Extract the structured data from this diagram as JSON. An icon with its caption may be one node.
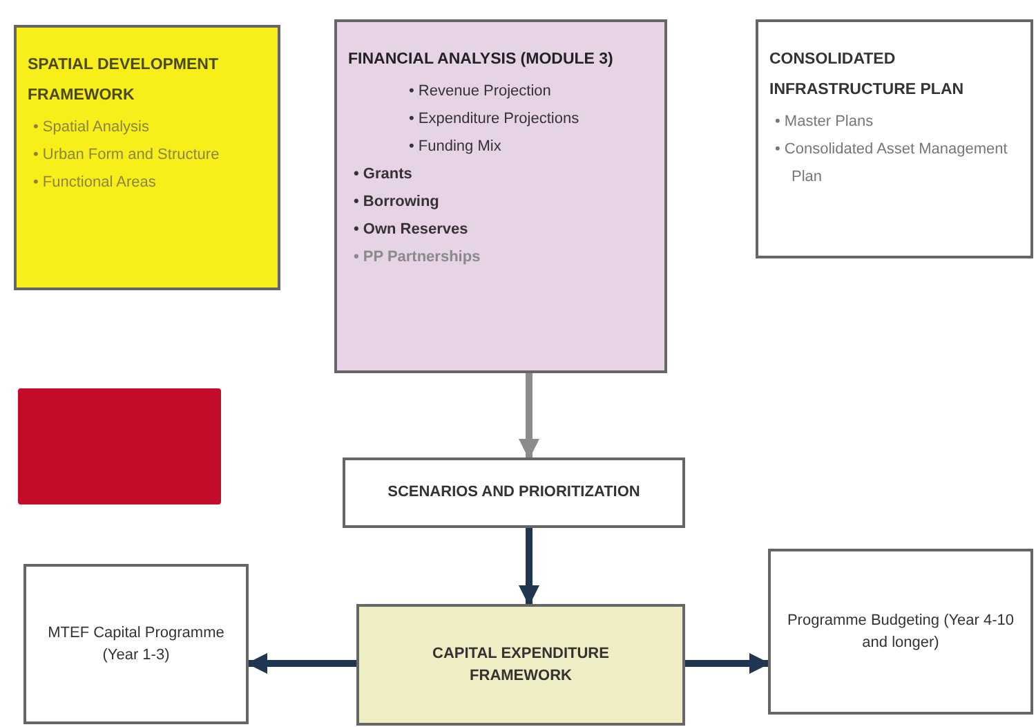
{
  "diagram": {
    "nodes": [
      {
        "text": [
          "SPATIAL DEVELOPMENT FRAMEWORK",
          "• Spatial Analysis",
          "• Urban Form and Structure",
          "• Functional Areas"
        ]
      },
      {
        "text": [
          "FINANCIAL ANALYSIS (MODULE 3)",
          "• Revenue Projection",
          "• Expenditure Projections",
          "• Funding Mix",
          "• Grants",
          "• Borrowing",
          "• Own Reserves",
          "• PP Partnerships"
        ]
      },
      {
        "text": [
          "CONSOLIDATED INFRASTRUCTURE PLAN",
          "• Master Plans",
          "• Consolidated Asset Management Plan"
        ]
      },
      {
        "text": [],
        "shape": "box"
      },
      {
        "text": [
          "SCENARIOS AND PRIORITIZATION"
        ]
      },
      {
        "text": [
          "MTEF Capital Programme (Year 1-3)"
        ]
      },
      {
        "text": [
          "CAPITAL EXPENDITURE FRAMEWORK"
        ]
      },
      {
        "text": [
          "Programme Budgeting (Year 4-10 and longer)"
        ]
      }
    ],
    "edges": [
      {
        "from": 1,
        "to": 4,
        "arrow": "to",
        "color": "#8c8c8c"
      },
      {
        "from": 4,
        "to": 6,
        "arrow": "to"
      },
      {
        "from": 6,
        "to": 5,
        "arrow": "to"
      },
      {
        "from": 6,
        "to": 7,
        "arrow": "to"
      }
    ]
  }
}
